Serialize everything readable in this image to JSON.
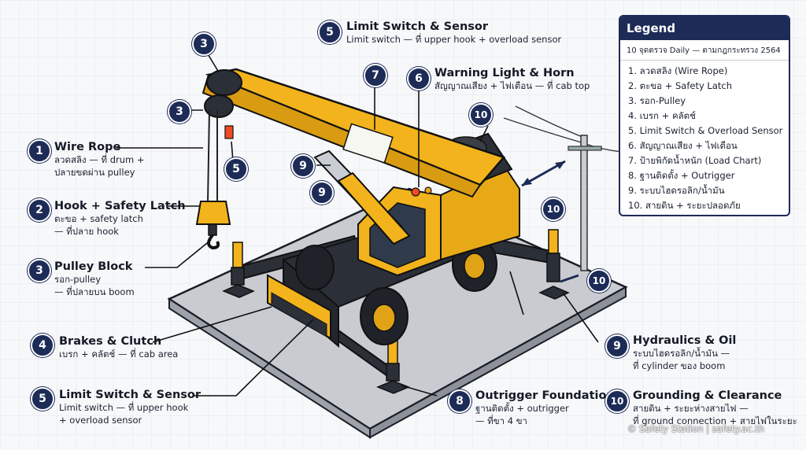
{
  "legend": {
    "title": "Legend",
    "subtitle": "10 จุดตรวจ Daily — ตามกฎกระทรวง 2564",
    "items": [
      "1. ลวดสลิง (Wire Rope)",
      "2. ตะขอ + Safety Latch",
      "3. รอก-Pulley",
      "4. เบรก + คลัตช์",
      "5. Limit Switch & Overload Sensor",
      "6. สัญญาณเสียง + ไฟเตือน",
      "7. ป้ายพิกัดน้ำหนัก (Load Chart)",
      "8. ฐานติดตั้ง + Outrigger",
      "9. ระบบไฮดรอลิก/น้ำมัน",
      "10. สายดิน + ระยะปลอดภัย"
    ]
  },
  "callouts": {
    "wire_rope": {
      "num": "1",
      "title": "Wire Rope",
      "line1": "ลวดสลิง — ที่ drum +",
      "line2": "ปลายขดผ่าน pulley"
    },
    "hook": {
      "num": "2",
      "title": "Hook + Safety Latch",
      "line1": "ตะขอ + safety latch",
      "line2": "— ที่ปลาย hook"
    },
    "pulley": {
      "num": "3",
      "title": "Pulley Block",
      "line1": "รอก-pulley",
      "line2": "— ที่ปลายบน boom"
    },
    "brakes": {
      "num": "4",
      "title": "Brakes & Clutch",
      "line1": "เบรก + คลัตช์ — ที่ cab area"
    },
    "limit_left": {
      "num": "5",
      "title": "Limit Switch & Sensor",
      "line1": "Limit switch — ที่ upper hook",
      "line2": "+ overload sensor"
    },
    "limit_top": {
      "num": "5",
      "title": "Limit Switch & Sensor",
      "line1": "Limit switch — ที่ upper hook + overload sensor"
    },
    "warning": {
      "num": "6",
      "title": "Warning Light & Horn",
      "line1": "สัญญาณเสียง + ไฟเตือน — ที่ cab top"
    },
    "outrigger": {
      "num": "8",
      "title": "Outrigger Foundation",
      "line1": "ฐานติดตั้ง + outrigger",
      "line2": "— ที่ขา 4 ขา"
    },
    "hydraulics": {
      "num": "9",
      "title": "Hydraulics & Oil",
      "line1": "ระบบไฮดรอลิก/น้ำมัน —",
      "line2": "ที่ cylinder ของ boom"
    },
    "grounding": {
      "num": "10",
      "title": "Grounding & Clearance",
      "line1": "สายดิน + ระยะห่างสายไฟ —",
      "line2": "ที่ ground connection + สายไฟในระยะ"
    }
  },
  "markers": [
    "3",
    "3",
    "5",
    "7",
    "6",
    "9",
    "9",
    "10",
    "10",
    "10"
  ],
  "credit": "© Safety Station | safety.ac.th",
  "colors": {
    "navy": "#1d2b57",
    "crane_yellow": "#f2b31c",
    "dark": "#2b2f38",
    "slab": "#c9cbd0"
  }
}
